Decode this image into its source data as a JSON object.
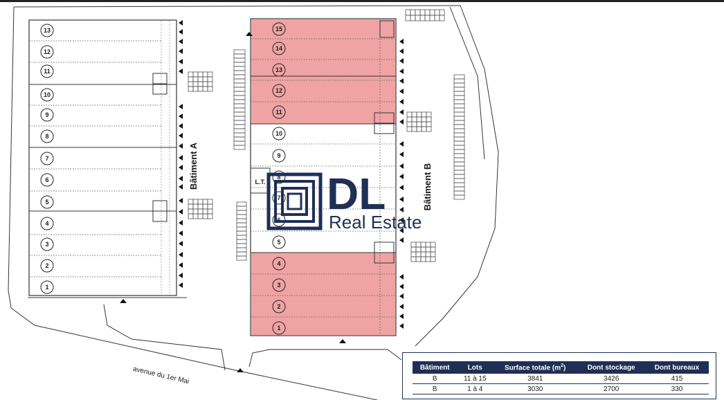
{
  "plan": {
    "building_a": {
      "label": "Bâtiment A",
      "lots": [
        "13",
        "12",
        "11",
        "10",
        "9",
        "8",
        "7",
        "6",
        "5",
        "4",
        "3",
        "2",
        "1"
      ]
    },
    "building_b": {
      "label": "Bâtiment B",
      "lots": [
        "15",
        "14",
        "13",
        "12",
        "11",
        "10",
        "9",
        "8",
        "7",
        "6",
        "5",
        "4",
        "3",
        "2",
        "1"
      ],
      "highlighted_lots": [
        "15",
        "14",
        "13",
        "12",
        "11",
        "4",
        "3",
        "2",
        "1"
      ],
      "local_technique": "L.T."
    },
    "street": "avenue du 1er Mai",
    "highlight_color": "#f0a3a3"
  },
  "watermark": {
    "brand_mark": "DL",
    "brand_sub": "Real Estate",
    "color": "#1f2f55"
  },
  "table": {
    "headers": {
      "batiment": "Bâtiment",
      "lots": "Lots",
      "surface": "Surface totale (m",
      "surface_sup": "2",
      "surface_close": ")",
      "stockage": "Dont stockage",
      "bureaux": "Dont bureaux"
    },
    "rows": [
      {
        "batiment": "B",
        "lots": "11 à 15",
        "surface": "3841",
        "stockage": "3426",
        "bureaux": "415"
      },
      {
        "batiment": "B",
        "lots": "1 à 4",
        "surface": "3030",
        "stockage": "2700",
        "bureaux": "330"
      }
    ]
  }
}
